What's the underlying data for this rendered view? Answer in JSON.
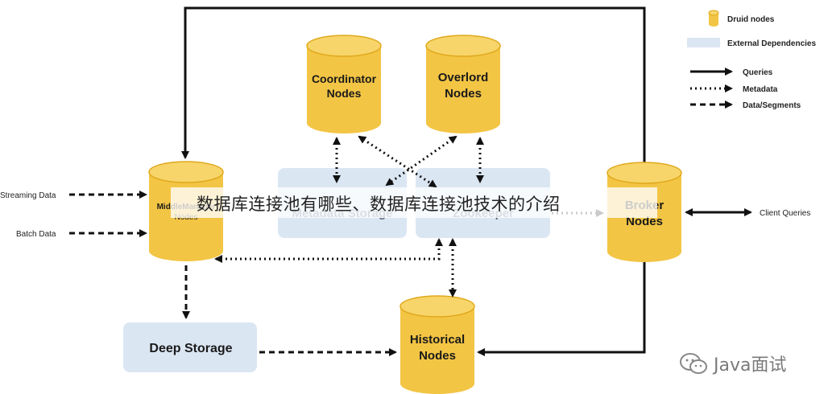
{
  "nodes": {
    "coordinator": {
      "line1": "Coordinator",
      "line2": "Nodes"
    },
    "overlord": {
      "line1": "Overlord",
      "line2": "Nodes"
    },
    "middlemanager": {
      "line1": "MiddleManager",
      "line2": "Nodes"
    },
    "broker": {
      "line1": "Broker",
      "line2": "Nodes"
    },
    "historical": {
      "line1": "Historical",
      "line2": "Nodes"
    }
  },
  "external": {
    "metadata_storage": "Metadata Storage",
    "zookeeper": "Zookeeper",
    "deep_storage": "Deep Storage"
  },
  "inputs": {
    "streaming": "Streaming Data",
    "batch": "Batch Data",
    "client": "Client Queries"
  },
  "legend": {
    "druid_nodes": "Druid nodes",
    "external_dependencies": "External Dependencies",
    "queries": "Queries",
    "metadata": "Metadata",
    "data_segments": "Data/Segments"
  },
  "overlay_caption": "数据库连接池有哪些、数据库连接池技术的介绍",
  "watermark": "Java面试",
  "colors": {
    "druid_node": "#f3c544",
    "druid_node_dark": "#e0a81c",
    "external": "#dbe6f3"
  }
}
